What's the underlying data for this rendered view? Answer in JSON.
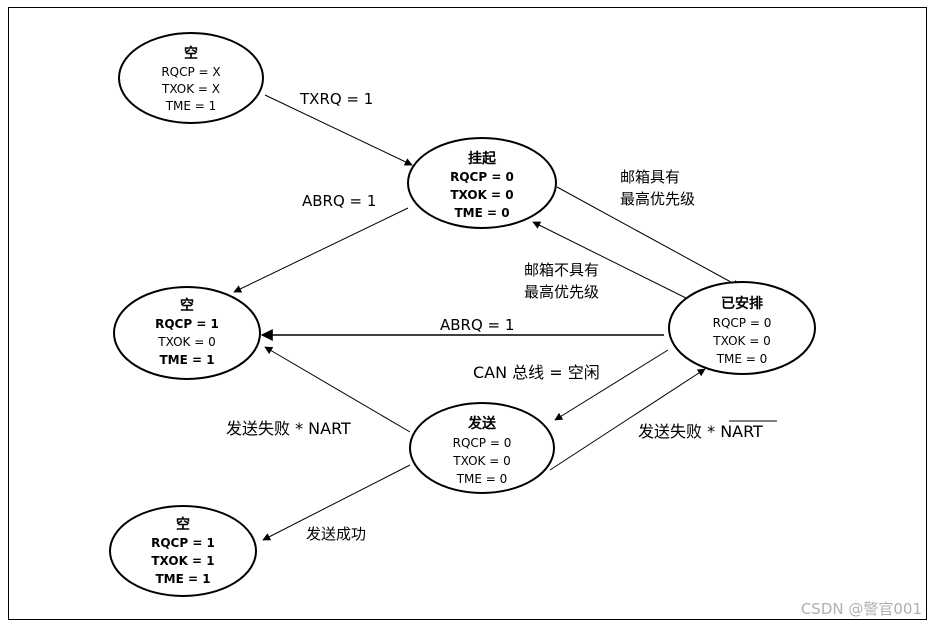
{
  "states": {
    "empty_top": {
      "title": "空",
      "lines": [
        "RQCP = X",
        "TXOK = X",
        "TME = 1"
      ]
    },
    "pending": {
      "title": "挂起",
      "lines": [
        "RQCP = 0",
        "TXOK = 0",
        "TME = 0"
      ]
    },
    "empty_mid": {
      "title": "空",
      "lines": [
        "RQCP = 1",
        "TXOK = 0",
        "TME = 1"
      ]
    },
    "scheduled": {
      "title": "已安排",
      "lines": [
        "RQCP = 0",
        "TXOK = 0",
        "TME = 0"
      ]
    },
    "transmit": {
      "title": "发送",
      "lines": [
        "RQCP = 0",
        "TXOK = 0",
        "TME = 0"
      ]
    },
    "empty_bottom": {
      "title": "空",
      "lines": [
        "RQCP = 1",
        "TXOK = 1",
        "TME = 1"
      ]
    }
  },
  "edges": {
    "txrq": "TXRQ = 1",
    "abrq_pending": "ABRQ = 1",
    "highest_priority": [
      "邮箱具有",
      "最高优先级"
    ],
    "not_highest_priority": [
      "邮箱不具有",
      "最高优先级"
    ],
    "abrq_scheduled": "ABRQ = 1",
    "can_idle": "CAN 总线 = 空闲",
    "fail_nart": "发送失败 * NART",
    "fail_not_nart_prefix": "发送失败 * ",
    "fail_not_nart_overbar": "NART",
    "success": "发送成功"
  },
  "watermark": "CSDN @警官001"
}
